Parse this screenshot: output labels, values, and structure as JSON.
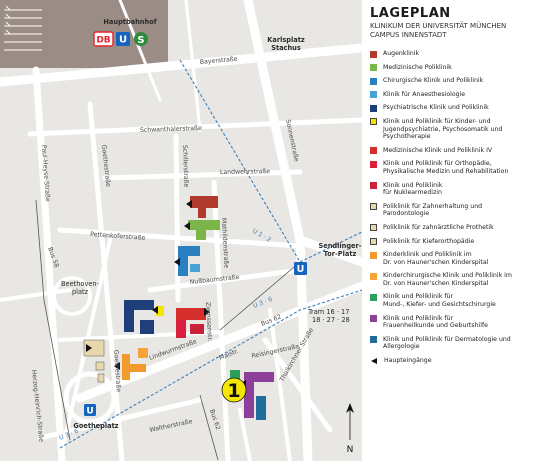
{
  "legend": {
    "title": "LAGEPLAN",
    "subtitle_line1": "KLINIKUM DER UNIVERSITÄT MÜNCHEN",
    "subtitle_line2": "CAMPUS INNENSTADT",
    "items": [
      {
        "label": "Augenklinik",
        "color": "#b03a2e"
      },
      {
        "label": "Medizinische Poliklinik",
        "color": "#7ab648"
      },
      {
        "label": "Chirurgische Klinik und Poliklinik",
        "color": "#2a7fc1"
      },
      {
        "label": "Klinik für Anaesthesiologie",
        "color": "#4aa3d8"
      },
      {
        "label": "Psychiatrische Klinik und Poliklinik",
        "color": "#1f3f7a"
      },
      {
        "label": "Klinik und Poliklinik für Kinder- und\nJugendpsychiatrie, Psychosomatik und\nPsychotherapie",
        "color": "#f3e600"
      },
      {
        "label": "Medizinische Klinik und Poliklinik IV",
        "color": "#d62d2d"
      },
      {
        "label": "Klinik und Poliklinik für Orthopädie,\nPhysikalische Medizin und Rehabilitation",
        "color": "#d81f3c"
      },
      {
        "label": "Klinik und Poliklinik\nfür Nuklearmedizin",
        "color": "#c8233a"
      },
      {
        "label": "Poliklinik für Zahnerhaltung und\nParodontologie",
        "color": "#e7d8ac"
      },
      {
        "label": "Poliklinik für zahnärztliche Prothetik",
        "color": "#e7d8ac"
      },
      {
        "label": "Poliklinik für Kieferorthopädie",
        "color": "#e7d8ac"
      },
      {
        "label": "Kinderklinik und Poliklinik im\nDr. von Hauner'schen Kinderspital",
        "color": "#f29a2e"
      },
      {
        "label": "Kinderchirurgische Klinik und Poliklinik im\nDr. von Hauner'schen Kinderspital",
        "color": "#f5a43a"
      },
      {
        "label": "Klinik und Poliklinik für\nMund-, Kiefer- und Gesichtschirurgie",
        "color": "#2aa05a"
      },
      {
        "label": "Klinik und Poliklinik für\nFrauenheilkunde und Geburtshilfe",
        "color": "#8e3f9a"
      },
      {
        "label": "Klinik und Poliklinik für Dermatologie und\nAllergologie",
        "color": "#1f6e99"
      }
    ],
    "entrance_label": "Haupteingänge"
  },
  "map": {
    "places": {
      "hauptbahnhof": "Hauptbahnhof",
      "karlsplatz_1": "Karlsplatz",
      "karlsplatz_2": "Stachus",
      "sendlinger_1": "Sendlinger-",
      "sendlinger_2": "Tor-Platz",
      "beethoven_1": "Beethoven-",
      "beethoven_2": "platz",
      "goetheplatz": "Goetheplatz"
    },
    "badges": {
      "db": "DB",
      "u": "U",
      "s": "S"
    },
    "streets": {
      "bayer": "Bayerstraße",
      "schwanthaler": "Schwanthalerstraße",
      "landwehr": "Landwehrstraße",
      "pettenkofer": "Pettenkoferstraße",
      "nussbaum": "Nußbaumstraße",
      "lindwurm": "Lindwurmstraße",
      "sonnen": "Sonnenstraße",
      "goethe": "Goethestraße",
      "schiller": "Schillerstraße",
      "mathilden": "Mathildenstraße",
      "paul_heyse": "Paul-Heyse-Straße",
      "herzog_heinrich": "Herzog-Heinrich-Straße",
      "ziemssen": "Ziemssenstr.",
      "maistr": "Maistr.",
      "reisinger": "Reisingerstraße",
      "thalkirchner": "Thalkirchner Straße",
      "walther": "Waltherstraße",
      "goethestrasse2": "Goethestraße",
      "bus58": "Bus 58",
      "bus62a": "Bus 62",
      "bus62b": "Bus 62"
    },
    "lines": {
      "u12": "U 1 · 2",
      "u36a": "U 3 · 6",
      "u36b": "U 3 · 6"
    },
    "tram_line1": "Tram 16 · 17",
    "tram_line2": "18 · 27 · 28",
    "marker_number": "1",
    "north": "N"
  }
}
